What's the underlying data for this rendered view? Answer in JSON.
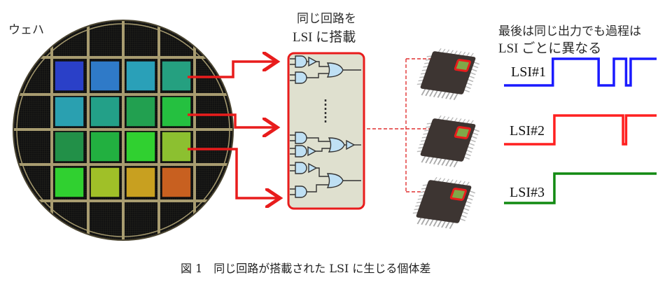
{
  "labels": {
    "wafer": "ウェハ",
    "circuit_line1": "同じ回路を",
    "circuit_line2": "LSI に搭載",
    "note_line1": "最後は同じ出力でも過程は",
    "note_line2": "LSI ごとに異なる"
  },
  "waveforms": [
    {
      "name": "LSI#1",
      "color": "#1a1aff",
      "levels": [
        [
          0,
          0
        ],
        [
          0.32,
          1
        ],
        [
          0.62,
          0
        ],
        [
          0.72,
          1
        ],
        [
          0.8,
          0
        ],
        [
          0.83,
          1
        ]
      ]
    },
    {
      "name": "LSI#2",
      "color": "#ff2020",
      "levels": [
        [
          0,
          0
        ],
        [
          0.33,
          1
        ],
        [
          0.78,
          0
        ],
        [
          0.8,
          1
        ]
      ]
    },
    {
      "name": "LSI#3",
      "color": "#128a12",
      "levels": [
        [
          0,
          0
        ],
        [
          0.33,
          1
        ]
      ]
    }
  ],
  "wafer_dies": [
    [
      "#2a40c8",
      "#2f7ac8",
      "#2aa0b8",
      "#25a080"
    ],
    [
      "#2aa0b0",
      "#23a088",
      "#22a050",
      "#25c040"
    ],
    [
      "#229048",
      "#22b040",
      "#30d030",
      "#8cc030"
    ],
    [
      "#30d030",
      "#a0c028",
      "#c8a020",
      "#c86020"
    ]
  ],
  "colors": {
    "accent_red": "#e81c1c",
    "circuit_bg": "#dfe0cf",
    "gate_fill": "#bfe0f4",
    "chip_body": "#3d3532"
  },
  "caption": "図 1　同じ回路が搭載された LSI に生じる個体差"
}
